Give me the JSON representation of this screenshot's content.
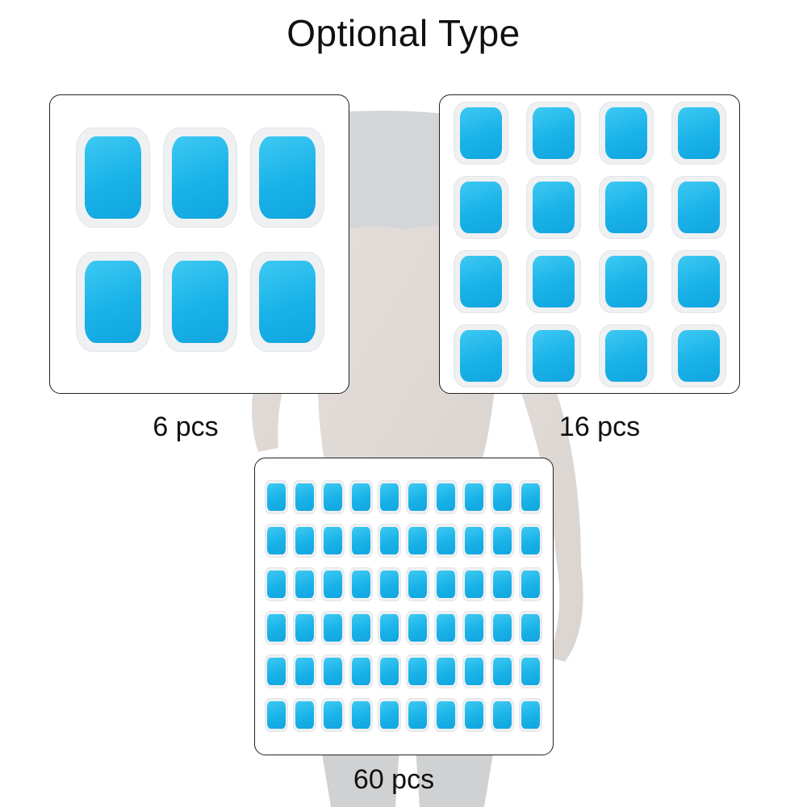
{
  "title": "Optional Type",
  "options": [
    {
      "count": 6,
      "caption": "6 pcs",
      "columns": 3,
      "rows": 2
    },
    {
      "count": 16,
      "caption": "16 pcs",
      "columns": 4,
      "rows": 4
    },
    {
      "count": 60,
      "caption": "60 pcs",
      "columns": 10,
      "rows": 6
    }
  ],
  "colors": {
    "pad_gel": "#19b2e8",
    "pad_border": "#eef0f2",
    "panel_border": "#222222"
  }
}
